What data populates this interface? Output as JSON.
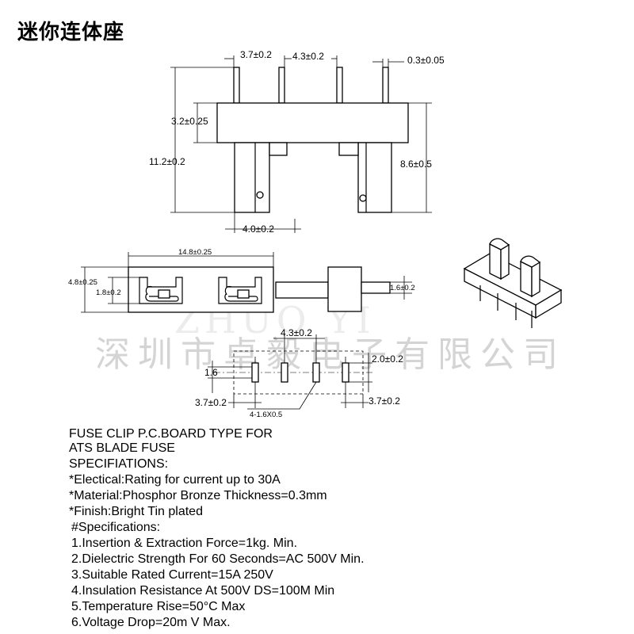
{
  "title": "迷你连体座",
  "watermark": {
    "cn": "深圳市卓毅电子有限公司",
    "en": "ZHUO YI"
  },
  "front_view": {
    "pitch_left": "3.7±0.2",
    "pitch_right": "4.3±0.2",
    "pin_thickness": "0.3±0.05",
    "body_height": "3.2±0.25",
    "total_height": "11.2±0.2",
    "clip_height": "8.6±0.5",
    "clip_gap": "4.0±0.2"
  },
  "top_view": {
    "length": "14.8±0.25",
    "width": "4.8±0.25",
    "slot": "1.8±0.2"
  },
  "side_view": {
    "thickness": "1.6±0.2"
  },
  "footprint": {
    "center_pitch": "4.3±0.2",
    "hole_length": "2.0±0.2",
    "row_offset": "1.6",
    "left_pitch": "3.7±0.2",
    "right_pitch": "3.7±0.2",
    "holes": "4-1.6X0.5"
  },
  "specs": {
    "heading1": "FUSE CLIP P.C.BOARD TYPE FOR",
    "heading2": "ATS BLADE FUSE",
    "spec_title": "SPECIFIATIONS:",
    "lines": [
      "*Electical:Rating for current up to 30A",
      "*Material:Phosphor Bronze Thickness=0.3mm",
      "*Finish:Bright Tin plated"
    ],
    "sub_title": "#Specifications:",
    "items": [
      "1.Insertion & Extraction Force=1kg. Min.",
      "2.Dielectric Strength For 60 Seconds=AC 500V Min.",
      "3.Suitable Rated Current=15A 250V",
      "4.Insulation Resistance At 500V DS=100M  Min",
      "5.Temperature Rise=50°C Max",
      "6.Voltage Drop=20m V Max."
    ]
  }
}
